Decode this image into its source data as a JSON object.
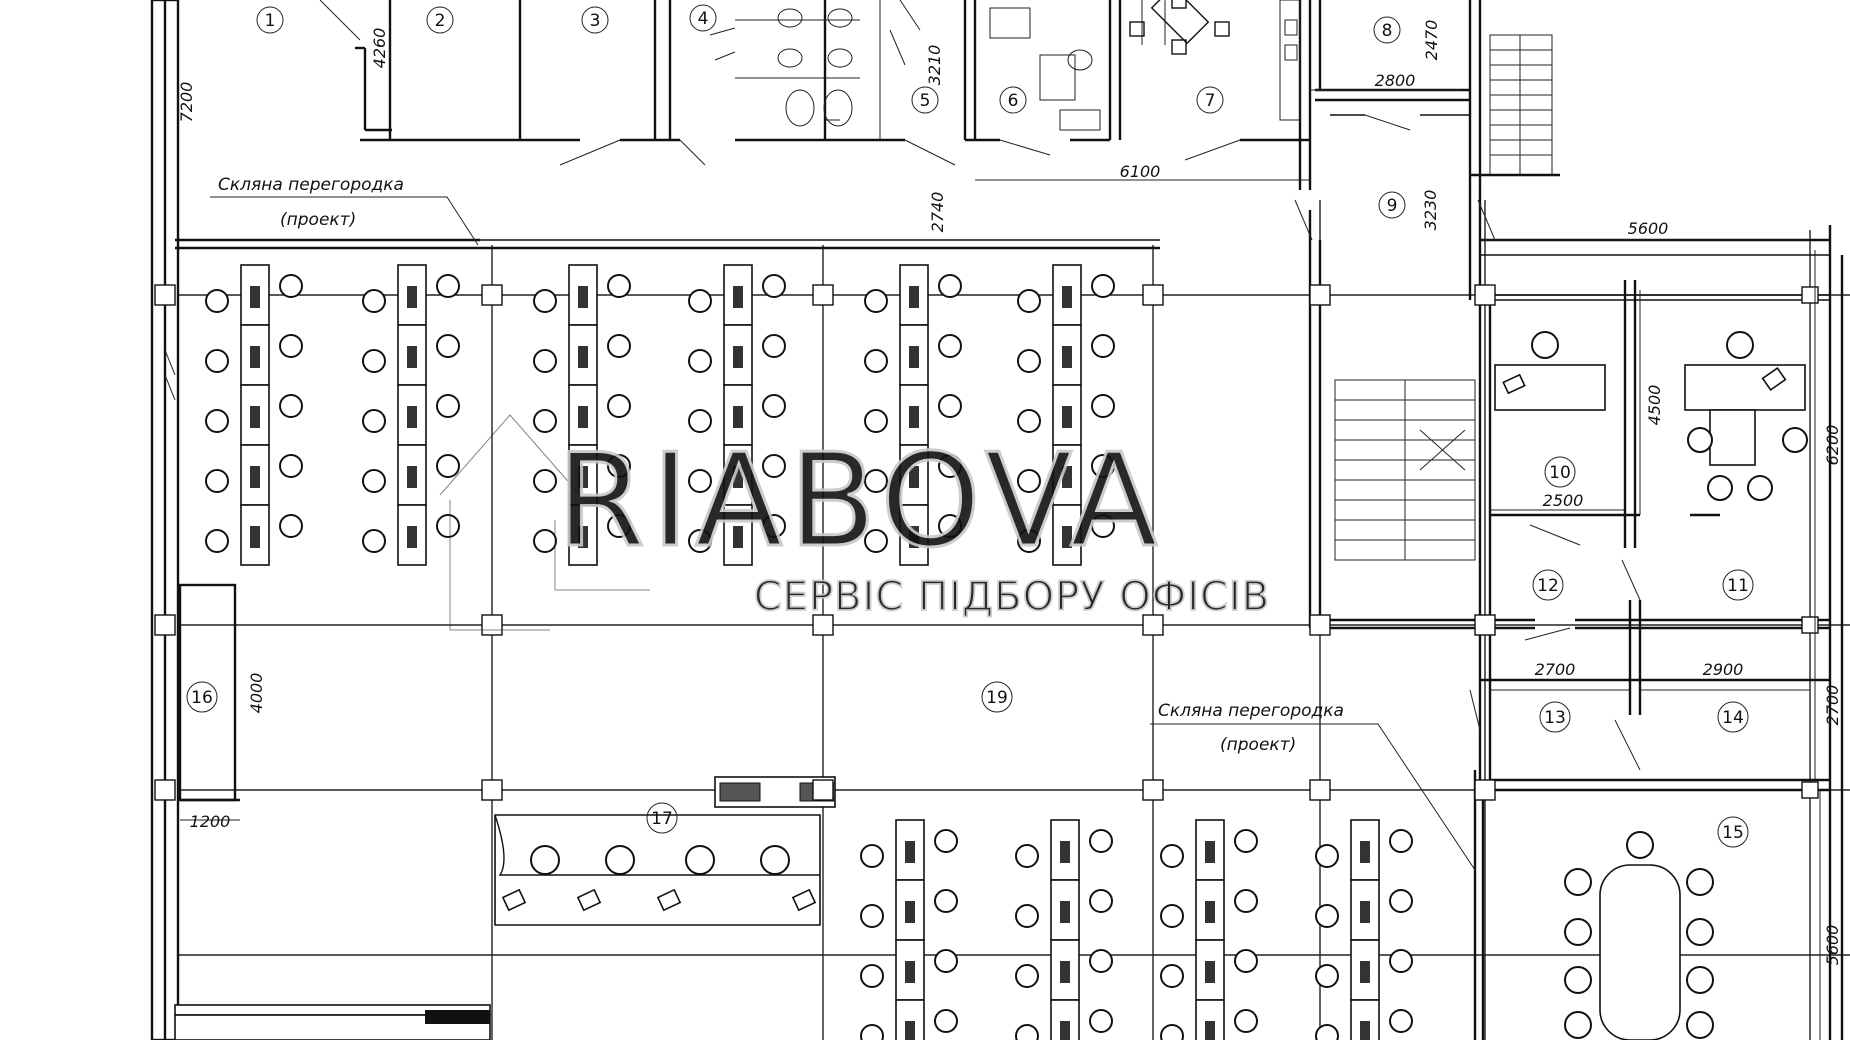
{
  "room_numbers": [
    "1",
    "2",
    "3",
    "4",
    "5",
    "6",
    "7",
    "8",
    "9",
    "10",
    "11",
    "12",
    "13",
    "14",
    "15",
    "16",
    "17",
    "19"
  ],
  "dimensions": [
    "4260",
    "7200",
    "3210",
    "2470",
    "2800",
    "6100",
    "2740",
    "3230",
    "5600",
    "4500",
    "6200",
    "2500",
    "2700",
    "2900",
    "2700",
    "4000",
    "1200",
    "5600"
  ],
  "annotations": {
    "glass_partition": "Скляна перегородка",
    "project": "(проект)"
  },
  "watermark": {
    "brand": "RIABOVA",
    "tagline": "СЕРВІС ПІДБОРУ ОФІСІВ"
  }
}
